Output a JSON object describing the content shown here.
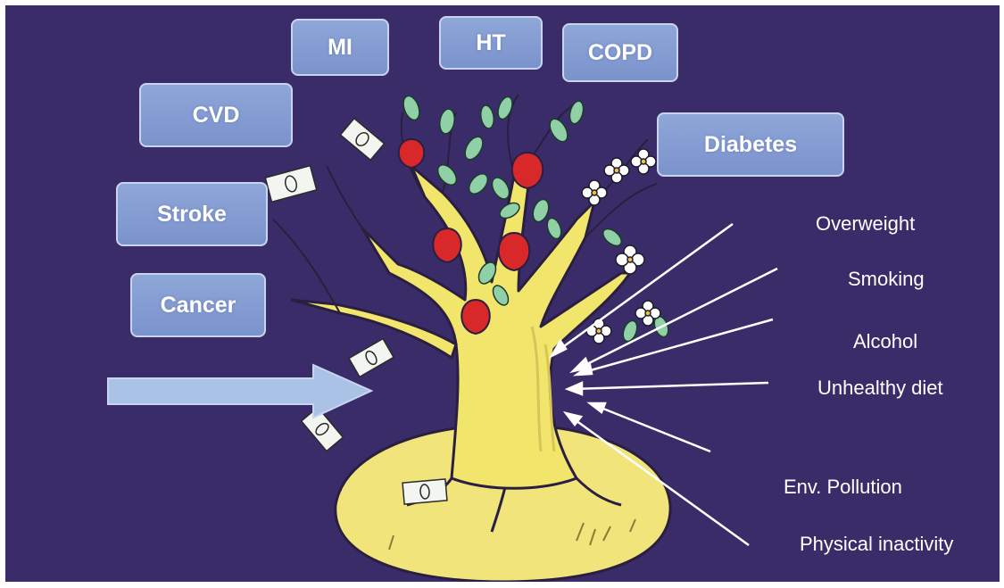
{
  "diseases": {
    "mi": "MI",
    "ht": "HT",
    "copd": "COPD",
    "cvd": "CVD",
    "diabetes": "Diabetes",
    "stroke": "Stroke",
    "cancer": "Cancer"
  },
  "risk_factors": {
    "overweight": "Overweight",
    "smoking": "Smoking",
    "alcohol": "Alcohol",
    "unhealthy_diet": "Unhealthy diet",
    "env_pollution": "Env. Pollution",
    "physical_inactivity": "Physical inactivity"
  },
  "colors": {
    "background": "#3a2c68",
    "box_fill": "#7b93cc",
    "trunk": "#f2e56b",
    "apple": "#d8282a",
    "leaf": "#8fd0a6",
    "arrow": "#a9c2e6"
  },
  "icons": [
    "tree",
    "apple",
    "leaf",
    "flower",
    "money-bill",
    "arrow"
  ]
}
